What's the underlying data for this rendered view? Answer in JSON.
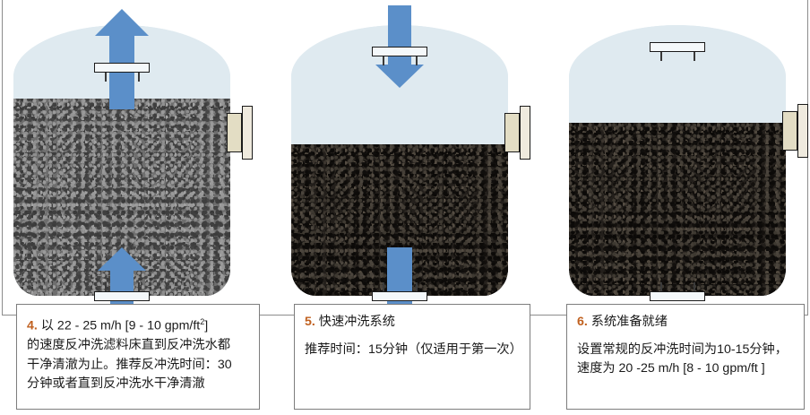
{
  "diagram": {
    "title": "Backwash / rinse start-up sequence",
    "colors": {
      "water": "#dfeaf0",
      "media_expanded": "#6e6e6e",
      "media_settled": "#231f1b",
      "arrow_blue": "#5b8fc9",
      "nozzle_beige": "#e3ddc4",
      "flange_white": "#f4f8fa",
      "step_number": "#c0601f",
      "box_border": "#7d7d7d"
    },
    "vessels": [
      {
        "id": "vessel-4",
        "state_label": "backwash",
        "media_style": "expanded-gray",
        "media_fill_percent": 73,
        "top_nozzle": "outlet-flange",
        "bottom_nozzle": "inlet-flange",
        "side_nozzle": "sight-glass",
        "arrows": [
          {
            "name": "top-outlet-arrow",
            "direction": "up"
          },
          {
            "name": "bottom-inlet-arrow",
            "direction": "up"
          }
        ]
      },
      {
        "id": "vessel-5",
        "state_label": "fast rinse",
        "media_style": "settled-dark",
        "media_fill_percent": 56,
        "top_nozzle": "inlet-flange",
        "bottom_nozzle": "outlet-flange",
        "side_nozzle": "sight-glass",
        "arrows": [
          {
            "name": "top-inlet-arrow",
            "direction": "down"
          },
          {
            "name": "bottom-outlet-arrow",
            "direction": "down"
          }
        ]
      },
      {
        "id": "vessel-6",
        "state_label": "ready",
        "media_style": "settled-dark",
        "media_fill_percent": 64,
        "top_nozzle": "inlet-flange",
        "bottom_nozzle": "outlet-flange",
        "side_nozzle": "sight-glass",
        "arrows": []
      }
    ]
  },
  "captions": [
    {
      "number": "4.",
      "lines": [
        "以 22 - 25  m/h  [9  - 10  gpm/ft",
        "的速度反冲洗滤料床直到反冲洗水都",
        "干净清澈为止。推荐反冲洗时间：30",
        "分钟或者直到反冲洗水干净清澈"
      ],
      "superscript": "2",
      "line1_tail": "]"
    },
    {
      "number": "5.",
      "heading": "快速冲洗系统",
      "body": "推荐时间：15分钟（仅适用于第一次）"
    },
    {
      "number": "6.",
      "heading": "系统准备就绪",
      "body_line1": "设置常规的反冲洗时间为10-15分钟，",
      "body_line2": "速度为 20 -25 m/h [8 - 10 gpm/ft ]"
    }
  ]
}
